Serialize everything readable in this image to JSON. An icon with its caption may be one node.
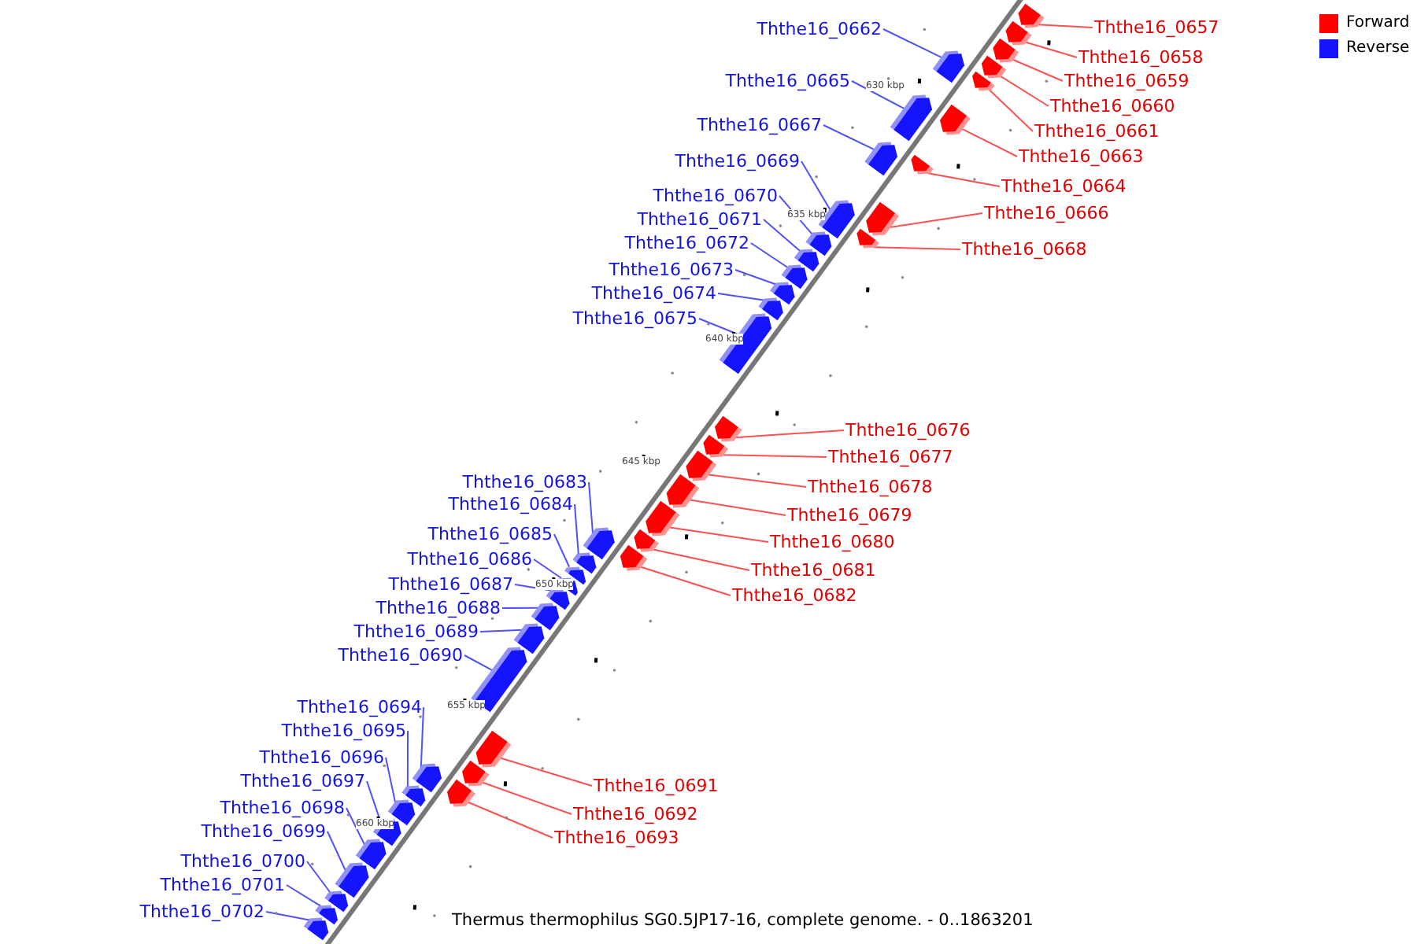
{
  "diagram": {
    "caption": "Thermus thermophilus SG0.5JP17-16, complete genome. - 0..1863201",
    "nodes": [
      {
        "text": [
          "Ththe16_0657"
        ]
      },
      {
        "text": [],
        "shape": "box"
      },
      {
        "text": [
          "Ththe16_0658"
        ]
      },
      {
        "text": [],
        "shape": "box"
      },
      {
        "text": [
          "Ththe16_0659"
        ]
      },
      {
        "text": [],
        "shape": "box"
      },
      {
        "text": [
          "Ththe16_0660"
        ]
      },
      {
        "text": [],
        "shape": "box"
      },
      {
        "text": [
          "Ththe16_0661"
        ]
      },
      {
        "text": [],
        "shape": "box"
      },
      {
        "text": [
          "Ththe16_0662"
        ]
      },
      {
        "text": [],
        "shape": "box"
      },
      {
        "text": [
          "Ththe16_0663"
        ]
      },
      {
        "text": [],
        "shape": "box"
      },
      {
        "text": [
          "Ththe16_0664"
        ]
      },
      {
        "text": [],
        "shape": "box"
      },
      {
        "text": [
          "Ththe16_0665"
        ]
      },
      {
        "text": [],
        "shape": "box"
      },
      {
        "text": [
          "Ththe16_0666"
        ]
      },
      {
        "text": [],
        "shape": "box"
      },
      {
        "text": [
          "Ththe16_0667"
        ]
      },
      {
        "text": [],
        "shape": "box"
      },
      {
        "text": [
          "Ththe16_0668"
        ]
      },
      {
        "text": [],
        "shape": "box"
      },
      {
        "text": [
          "Ththe16_0669"
        ]
      },
      {
        "text": [],
        "shape": "box"
      },
      {
        "text": [
          "Ththe16_0670"
        ]
      },
      {
        "text": [],
        "shape": "box"
      },
      {
        "text": [
          "Ththe16_0671"
        ]
      },
      {
        "text": [],
        "shape": "box"
      },
      {
        "text": [
          "Ththe16_0672"
        ]
      },
      {
        "text": [],
        "shape": "box"
      },
      {
        "text": [
          "Ththe16_0673"
        ]
      },
      {
        "text": [],
        "shape": "box"
      },
      {
        "text": [
          "Ththe16_0674"
        ]
      },
      {
        "text": [],
        "shape": "box"
      },
      {
        "text": [
          "Ththe16_0675"
        ]
      },
      {
        "text": [],
        "shape": "box"
      },
      {
        "text": [
          "Ththe16_0676"
        ]
      },
      {
        "text": [],
        "shape": "box"
      },
      {
        "text": [
          "Ththe16_0677"
        ]
      },
      {
        "text": [],
        "shape": "box"
      },
      {
        "text": [
          "Ththe16_0678"
        ]
      },
      {
        "text": [],
        "shape": "box"
      },
      {
        "text": [
          "Ththe16_0679"
        ]
      },
      {
        "text": [],
        "shape": "box"
      },
      {
        "text": [
          "Ththe16_0680"
        ]
      },
      {
        "text": [],
        "shape": "box"
      },
      {
        "text": [
          "Ththe16_0681"
        ]
      },
      {
        "text": [],
        "shape": "box"
      },
      {
        "text": [
          "Ththe16_0682"
        ]
      },
      {
        "text": [],
        "shape": "box"
      },
      {
        "text": [
          "Ththe16_0683"
        ]
      },
      {
        "text": [],
        "shape": "box"
      },
      {
        "text": [
          "Ththe16_0684"
        ]
      },
      {
        "text": [],
        "shape": "box"
      },
      {
        "text": [
          "Ththe16_0685"
        ]
      },
      {
        "text": [],
        "shape": "box"
      },
      {
        "text": [
          "Ththe16_0686"
        ]
      },
      {
        "text": [],
        "shape": "box"
      },
      {
        "text": [
          "Ththe16_0687"
        ]
      },
      {
        "text": [],
        "shape": "box"
      },
      {
        "text": [
          "Ththe16_0688"
        ]
      },
      {
        "text": [],
        "shape": "box"
      },
      {
        "text": [
          "Ththe16_0689"
        ]
      },
      {
        "text": [],
        "shape": "box"
      },
      {
        "text": [
          "Ththe16_0690"
        ]
      },
      {
        "text": [],
        "shape": "box"
      },
      {
        "text": [
          "Ththe16_0691"
        ]
      },
      {
        "text": [],
        "shape": "box"
      },
      {
        "text": [
          "Ththe16_0692"
        ]
      },
      {
        "text": [],
        "shape": "box"
      },
      {
        "text": [
          "Ththe16_0693"
        ]
      },
      {
        "text": [],
        "shape": "box"
      },
      {
        "text": [
          "Ththe16_0694"
        ]
      },
      {
        "text": [],
        "shape": "box"
      },
      {
        "text": [
          "Ththe16_0695"
        ]
      },
      {
        "text": [],
        "shape": "box"
      },
      {
        "text": [
          "Ththe16_0696"
        ]
      },
      {
        "text": [],
        "shape": "box"
      },
      {
        "text": [
          "Ththe16_0697"
        ]
      },
      {
        "text": [],
        "shape": "box"
      },
      {
        "text": [
          "Ththe16_0698"
        ]
      },
      {
        "text": [],
        "shape": "box"
      },
      {
        "text": [
          "Ththe16_0699"
        ]
      },
      {
        "text": [],
        "shape": "box"
      },
      {
        "text": [
          "Ththe16_0700"
        ]
      },
      {
        "text": [],
        "shape": "box"
      },
      {
        "text": [
          "Ththe16_0701"
        ]
      },
      {
        "text": [],
        "shape": "box"
      },
      {
        "text": [
          "Ththe16_0702"
        ]
      },
      {
        "text": [],
        "shape": "box"
      }
    ],
    "edges": [
      {
        "from": 0,
        "to": 1,
        "arrow": "none",
        "color": "#ff5050"
      },
      {
        "from": 2,
        "to": 3,
        "arrow": "none",
        "color": "#ff5050"
      },
      {
        "from": 4,
        "to": 5,
        "arrow": "none",
        "color": "#ff5050"
      },
      {
        "from": 6,
        "to": 7,
        "arrow": "none",
        "color": "#ff5050"
      },
      {
        "from": 8,
        "to": 9,
        "arrow": "none",
        "color": "#ff5050"
      },
      {
        "from": 10,
        "to": 11,
        "arrow": "none"
      },
      {
        "from": 12,
        "to": 13,
        "arrow": "none",
        "color": "#ff5050"
      },
      {
        "from": 14,
        "to": 15,
        "arrow": "none",
        "color": "#ff5050"
      },
      {
        "from": 16,
        "to": 17,
        "arrow": "none"
      },
      {
        "from": 18,
        "to": 19,
        "arrow": "none",
        "color": "#ff5050"
      },
      {
        "from": 20,
        "to": 21,
        "arrow": "none"
      },
      {
        "from": 22,
        "to": 23,
        "arrow": "none",
        "color": "#ff5050"
      },
      {
        "from": 24,
        "to": 25,
        "arrow": "none"
      },
      {
        "from": 26,
        "to": 27,
        "arrow": "none"
      },
      {
        "from": 28,
        "to": 29,
        "arrow": "none"
      },
      {
        "from": 30,
        "to": 31,
        "arrow": "none"
      },
      {
        "from": 32,
        "to": 33,
        "arrow": "none"
      },
      {
        "from": 34,
        "to": 35,
        "arrow": "none"
      },
      {
        "from": 36,
        "to": 37,
        "arrow": "none"
      },
      {
        "from": 38,
        "to": 39,
        "arrow": "none",
        "color": "#ff5050"
      },
      {
        "from": 40,
        "to": 41,
        "arrow": "none",
        "color": "#ff5050"
      },
      {
        "from": 42,
        "to": 43,
        "arrow": "none",
        "color": "#ff5050"
      },
      {
        "from": 44,
        "to": 45,
        "arrow": "none",
        "color": "#ff5050"
      },
      {
        "from": 46,
        "to": 47,
        "arrow": "none",
        "color": "#ff5050"
      },
      {
        "from": 48,
        "to": 49,
        "arrow": "none",
        "color": "#ff5050"
      },
      {
        "from": 50,
        "to": 51,
        "arrow": "none",
        "color": "#ff5050"
      },
      {
        "from": 52,
        "to": 53,
        "arrow": "none"
      },
      {
        "from": 54,
        "to": 55,
        "arrow": "none"
      },
      {
        "from": 56,
        "to": 57,
        "arrow": "none"
      },
      {
        "from": 58,
        "to": 59,
        "arrow": "none"
      },
      {
        "from": 60,
        "to": 61,
        "arrow": "none"
      },
      {
        "from": 62,
        "to": 63,
        "arrow": "none"
      },
      {
        "from": 64,
        "to": 65,
        "arrow": "none"
      },
      {
        "from": 66,
        "to": 67,
        "arrow": "none"
      },
      {
        "from": 68,
        "to": 69,
        "arrow": "none",
        "color": "#ff5050"
      },
      {
        "from": 70,
        "to": 71,
        "arrow": "none",
        "color": "#ff5050"
      },
      {
        "from": 72,
        "to": 73,
        "arrow": "none",
        "color": "#ff5050"
      },
      {
        "from": 74,
        "to": 75,
        "arrow": "none"
      },
      {
        "from": 76,
        "to": 77,
        "arrow": "none"
      },
      {
        "from": 78,
        "to": 79,
        "arrow": "none"
      },
      {
        "from": 80,
        "to": 81,
        "arrow": "none"
      },
      {
        "from": 82,
        "to": 83,
        "arrow": "none"
      },
      {
        "from": 84,
        "to": 85,
        "arrow": "none"
      },
      {
        "from": 86,
        "to": 87,
        "arrow": "none"
      },
      {
        "from": 88,
        "to": 89,
        "arrow": "none"
      },
      {
        "from": 90,
        "to": 91,
        "arrow": "none"
      }
    ],
    "labels": [
      "630 kbp",
      "635 kbp",
      "640 kbp",
      "645 kbp",
      "650 kbp",
      "655 kbp",
      "660 kbp"
    ],
    "legend": [
      {
        "text": "Forward",
        "color": "#ff0000"
      },
      {
        "text": "Reverse",
        "color": "#1414ff"
      }
    ]
  }
}
